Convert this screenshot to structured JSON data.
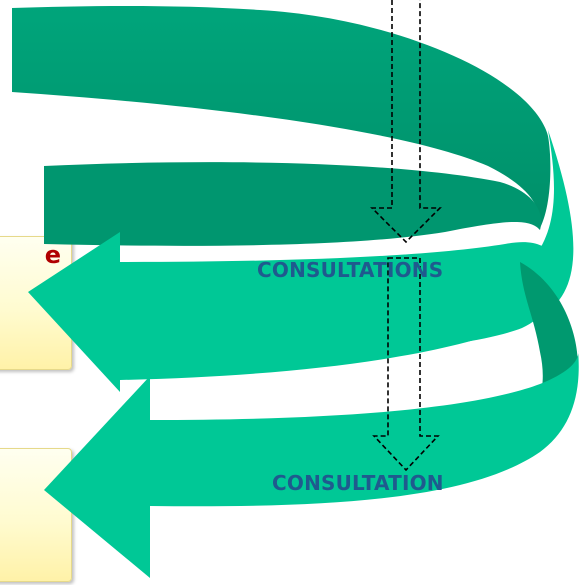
{
  "diagram": {
    "box_top_text": "e",
    "box_bottom_text": "",
    "label_1": "CONSULTATIONS",
    "label_2": "CONSULTATION"
  },
  "colors": {
    "band_dark": "#009e73",
    "band_mid": "#00a87e",
    "band_light": "#00c896",
    "label": "#1f5a8e",
    "box_text": "#b00000",
    "box_fill": "#fffbd0"
  }
}
